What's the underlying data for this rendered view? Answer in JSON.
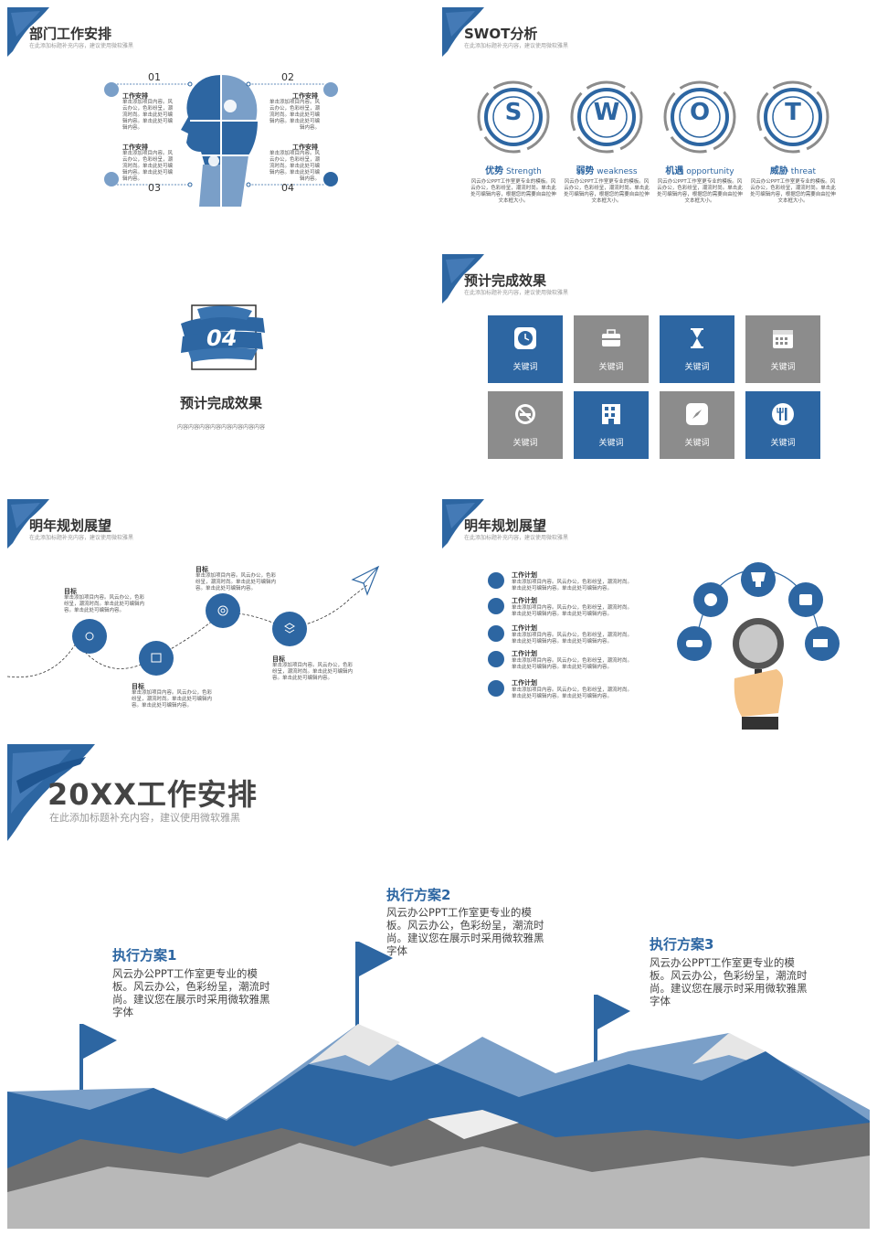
{
  "slide1": {
    "title": "部门工作安排",
    "subtitle": "在此添加标题补充内容，建议使用微软雅黑",
    "items": [
      {
        "num": "01",
        "label": "工作安排",
        "desc": "单击添加项目内容。风云办公，色彩纷呈，潮流时尚。单击此处可编辑内容。单击此处可编辑内容。"
      },
      {
        "num": "02",
        "label": "工作安排",
        "desc": "单击添加项目内容。风云办公，色彩纷呈，潮流时尚。单击此处可编辑内容。单击此处可编辑内容。"
      },
      {
        "num": "03",
        "label": "工作安排",
        "desc": "单击添加项目内容。风云办公，色彩纷呈，潮流时尚。单击此处可编辑内容。单击此处可编辑内容。"
      },
      {
        "num": "04",
        "label": "工作安排",
        "desc": "单击添加项目内容。风云办公，色彩纷呈，潮流时尚。单击此处可编辑内容。单击此处可编辑内容。"
      }
    ]
  },
  "slide2": {
    "title": "SWOT分析",
    "subtitle": "在此添加标题补充内容，建议使用微软雅黑",
    "items": [
      {
        "letter": "S",
        "cn": "优势",
        "en": "Strength",
        "desc": "风云办公PPT工作室更专业的模板。风云办公，色彩纷呈，潮流时尚。单击此处可编辑内容，根据您的需要自由拉伸文本框大小。"
      },
      {
        "letter": "W",
        "cn": "弱势",
        "en": "weakness",
        "desc": "风云办公PPT工作室更专业的模板。风云办公，色彩纷呈，潮流时尚。单击此处可编辑内容，根据您的需要自由拉伸文本框大小。"
      },
      {
        "letter": "O",
        "cn": "机遇",
        "en": "opportunity",
        "desc": "风云办公PPT工作室更专业的模板。风云办公，色彩纷呈，潮流时尚。单击此处可编辑内容，根据您的需要自由拉伸文本框大小。"
      },
      {
        "letter": "T",
        "cn": "威胁",
        "en": "threat",
        "desc": "风云办公PPT工作室更专业的模板。风云办公，色彩纷呈，潮流时尚。单击此处可编辑内容，根据您的需要自由拉伸文本框大小。"
      }
    ]
  },
  "slide3": {
    "number": "04",
    "title": "预计完成效果",
    "desc": "内容内容内容内容内容内容内容内容"
  },
  "slide4": {
    "title": "预计完成效果",
    "subtitle": "在此添加标题补充内容，建议使用微软雅黑",
    "tiles": [
      "关键词",
      "关键词",
      "关键词",
      "关键词",
      "关键词",
      "关键词",
      "关键词",
      "关键词"
    ]
  },
  "slide5": {
    "title": "明年规划展望",
    "subtitle": "在此添加标题补充内容，建议使用微软雅黑",
    "goals": [
      {
        "label": "目标",
        "desc": "单击添加项目内容。风云办公，色彩纷呈，潮流时尚。单击此处可编辑内容。单击此处可编辑内容。"
      },
      {
        "label": "目标",
        "desc": "单击添加项目内容。风云办公，色彩纷呈，潮流时尚。单击此处可编辑内容。单击此处可编辑内容。"
      },
      {
        "label": "目标",
        "desc": "单击添加项目内容。风云办公，色彩纷呈，潮流时尚。单击此处可编辑内容。单击此处可编辑内容。"
      },
      {
        "label": "目标",
        "desc": "单击添加项目内容。风云办公，色彩纷呈，潮流时尚。单击此处可编辑内容。单击此处可编辑内容。"
      }
    ]
  },
  "slide6": {
    "title": "明年规划展望",
    "subtitle": "在此添加标题补充内容，建议使用微软雅黑",
    "plans": [
      {
        "title": "工作计划",
        "desc": "单击添加项目内容。风云办公，色彩纷呈，潮流时尚。单击此处可编辑内容。单击此处可编辑内容。"
      },
      {
        "title": "工作计划",
        "desc": "单击添加项目内容。风云办公，色彩纷呈，潮流时尚。单击此处可编辑内容。单击此处可编辑内容。"
      },
      {
        "title": "工作计划",
        "desc": "单击添加项目内容。风云办公，色彩纷呈，潮流时尚。单击此处可编辑内容。单击此处可编辑内容。"
      },
      {
        "title": "工作计划",
        "desc": "单击添加项目内容。风云办公，色彩纷呈，潮流时尚。单击此处可编辑内容。单击此处可编辑内容。"
      },
      {
        "title": "工作计划",
        "desc": "单击添加项目内容。风云办公，色彩纷呈，潮流时尚。单击此处可编辑内容。单击此处可编辑内容。"
      }
    ]
  },
  "slide7": {
    "title": "20XX工作安排",
    "subtitle": "在此添加标题补充内容，建议使用微软雅黑",
    "plans": [
      {
        "title": "执行方案1",
        "desc": "风云办公PPT工作室更专业的模板。风云办公，色彩纷呈，潮流时尚。建议您在展示时采用微软雅黑字体"
      },
      {
        "title": "执行方案2",
        "desc": "风云办公PPT工作室更专业的模板。风云办公，色彩纷呈，潮流时尚。建议您在展示时采用微软雅黑字体"
      },
      {
        "title": "执行方案3",
        "desc": "风云办公PPT工作室更专业的模板。风云办公，色彩纷呈，潮流时尚。建议您在展示时采用微软雅黑字体"
      }
    ]
  },
  "colors": {
    "accent": "#2d66a2",
    "light_blue": "#7a9fc8",
    "gray": "#8c8c8c",
    "light_gray": "#b8b8b8"
  }
}
